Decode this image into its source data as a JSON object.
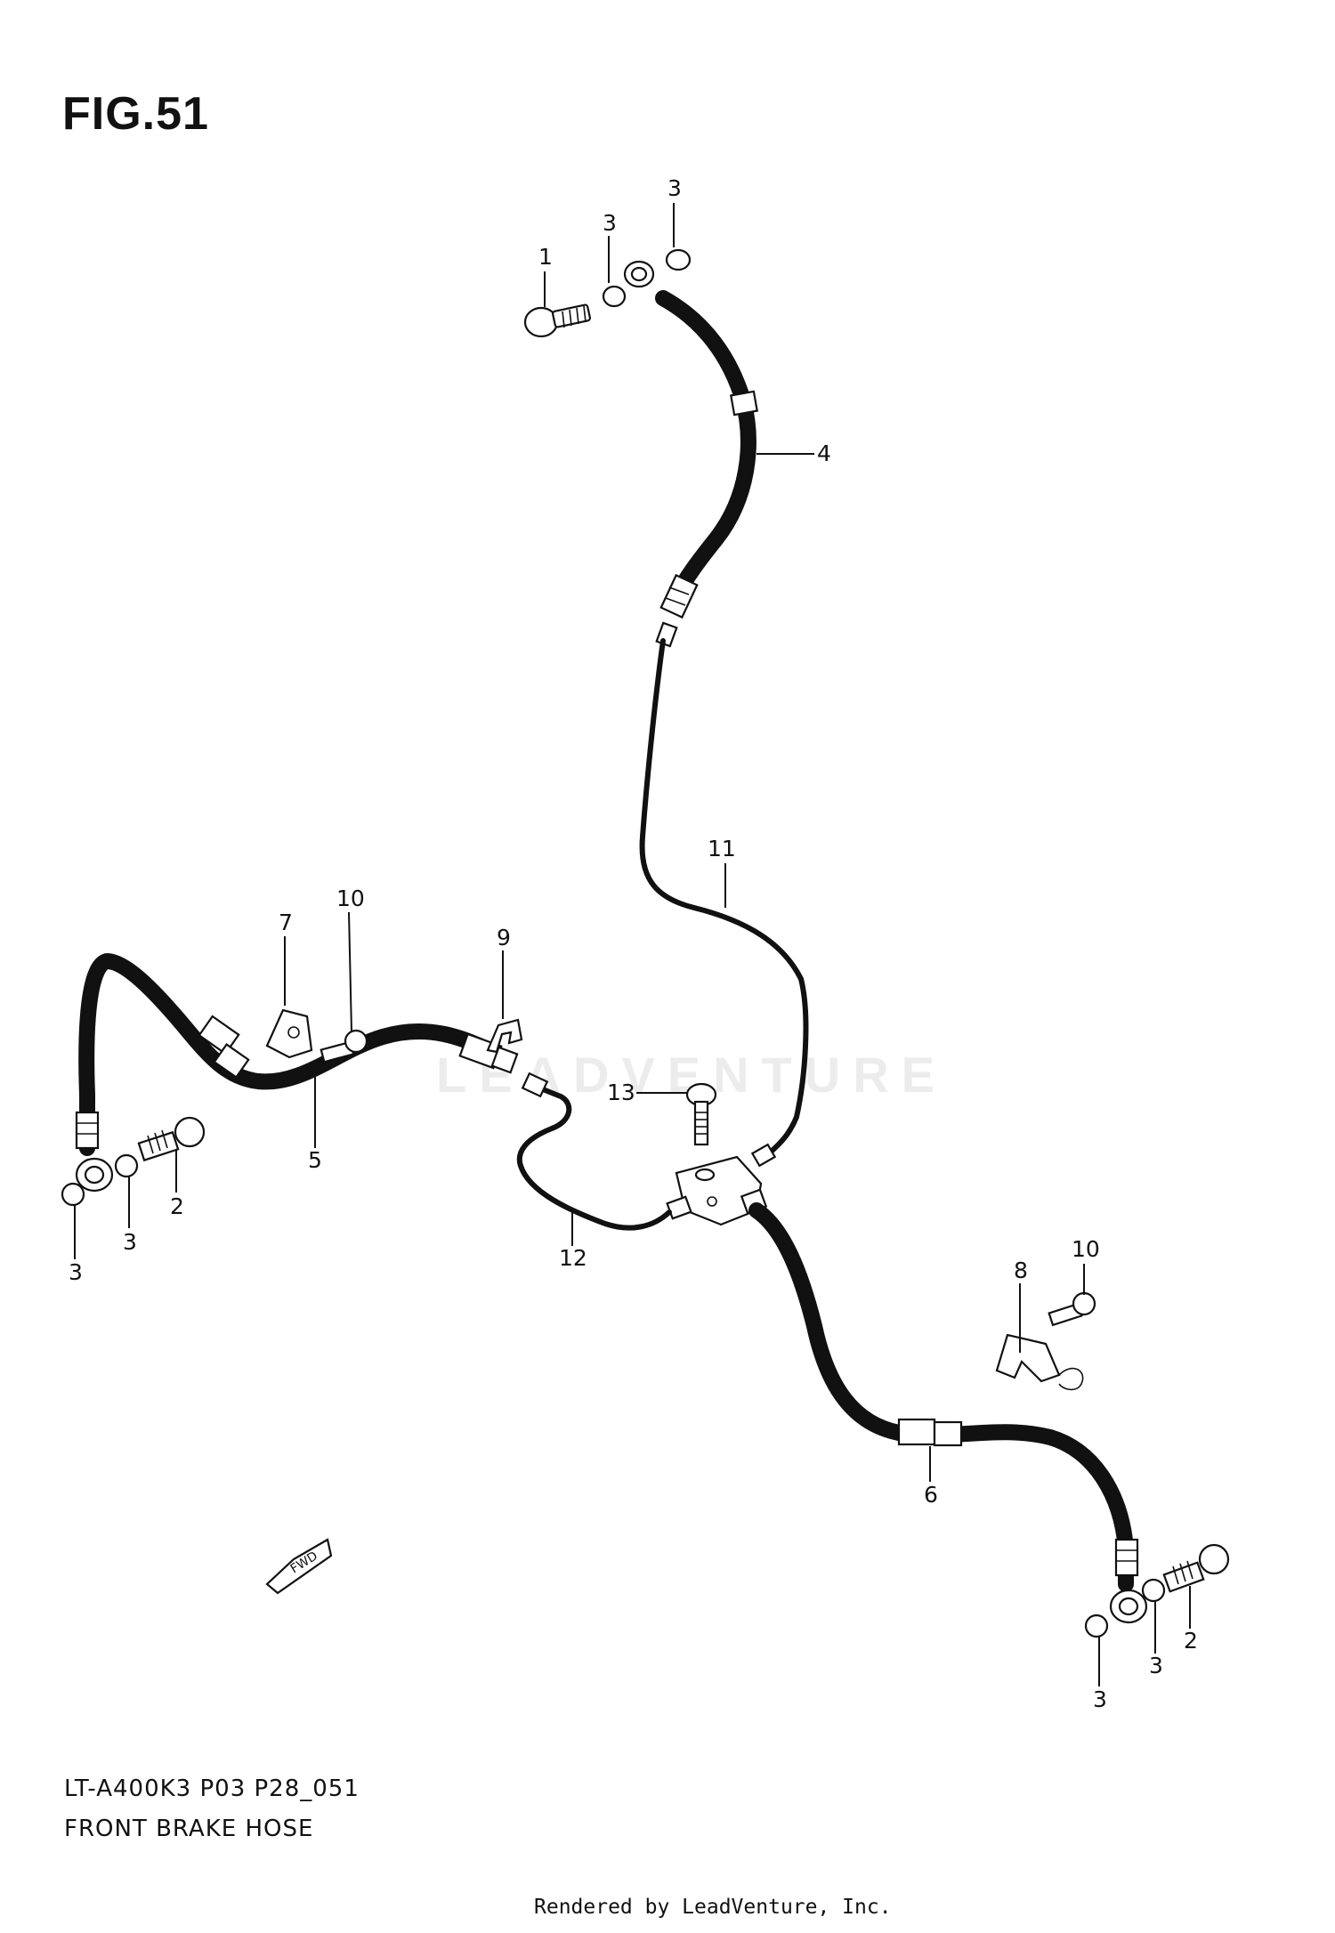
{
  "figure": {
    "title": "FIG.51",
    "code": "LT-A400K3 P03 P28_051",
    "name": "FRONT BRAKE  HOSE"
  },
  "callouts": {
    "c1": "1",
    "c2_left": "2",
    "c2_right": "2",
    "c3_top_a": "3",
    "c3_top_b": "3",
    "c3_left_a": "3",
    "c3_left_b": "3",
    "c3_right_a": "3",
    "c3_right_b": "3",
    "c4": "4",
    "c5": "5",
    "c6": "6",
    "c7": "7",
    "c8": "8",
    "c9": "9",
    "c10_left": "10",
    "c10_right": "10",
    "c11": "11",
    "c12": "12",
    "c13": "13"
  },
  "fwd_label": "FWD",
  "watermark": "LEADVENTURE",
  "rendered_by": "Rendered by LeadVenture, Inc."
}
